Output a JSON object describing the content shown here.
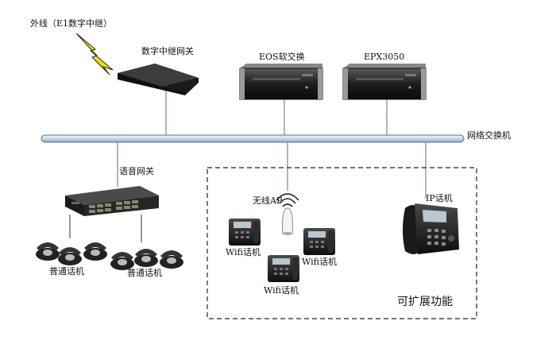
{
  "labels": {
    "outer_line": "外线（E1数字中继）",
    "digital_gateway": "数字中继网关",
    "eos": "EOS软交换",
    "epx": "EPX3050",
    "network_switch": "网络交换机",
    "voice_gateway": "语音网关",
    "wireless_ap": "无线AP",
    "ip_phone": "IP话机",
    "wifi_phone_1": "Wifi话机",
    "wifi_phone_2": "Wifi话机",
    "wifi_phone_3": "Wifi话机",
    "analog_phone_1": "普通话机",
    "analog_phone_2": "普通话机",
    "expandable": "可扩展功能"
  }
}
